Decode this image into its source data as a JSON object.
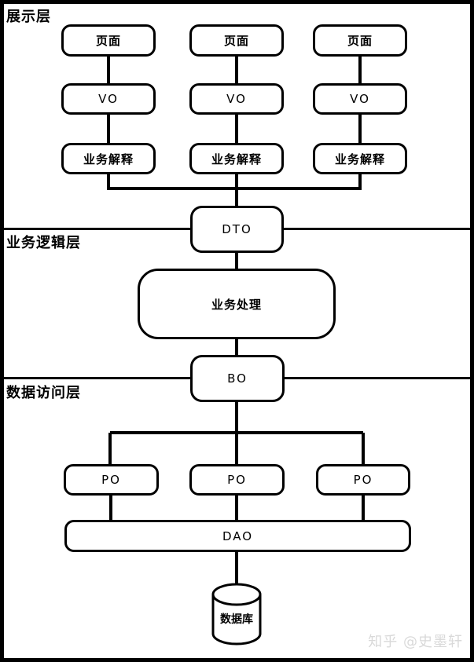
{
  "layers": [
    {
      "label": "展示层"
    },
    {
      "label": "业务逻辑层"
    },
    {
      "label": "数据访问层"
    }
  ],
  "nodes": {
    "page": "页面",
    "vo": "VO",
    "interpret": "业务解释",
    "dto": "DTO",
    "process": "业务处理",
    "bo": "BO",
    "po": "PO",
    "dao": "DAO",
    "database": "数据库"
  },
  "watermark": "知乎 @史墨轩",
  "colors": {
    "line": "#000000",
    "background": "#ffffff",
    "watermark": "#d9d9d9"
  }
}
